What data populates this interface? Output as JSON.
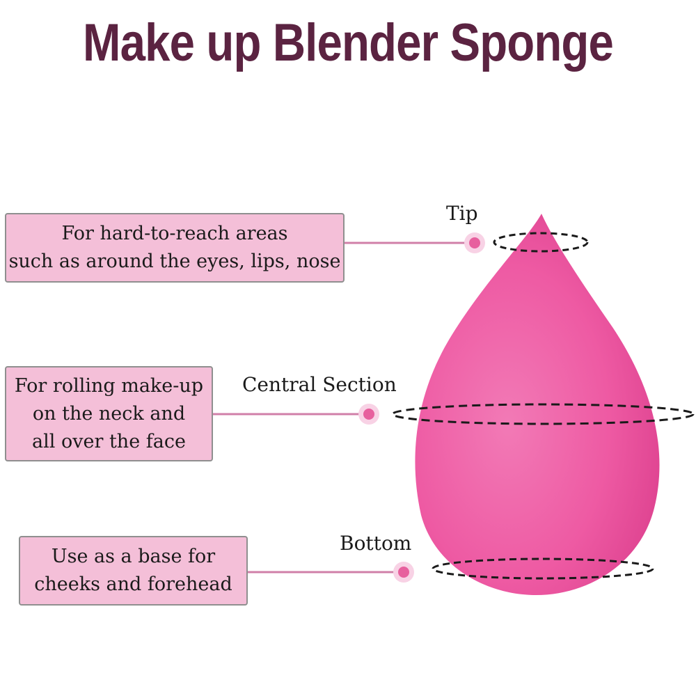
{
  "title": "Make up Blender Sponge",
  "colors": {
    "title": "#5b2341",
    "box_fill": "#f4bfd8",
    "box_border": "#8f8f8f",
    "connector": "#d07fa8",
    "dot": "#e7609e",
    "sponge": "#ee5aa3"
  },
  "callouts": {
    "tip": {
      "label": "Tip",
      "lines": [
        "For hard-to-reach areas",
        "such as around the eyes, lips, nose"
      ]
    },
    "central": {
      "label": "Central Section",
      "lines": [
        "For rolling make-up",
        "on the neck and",
        "all over the face"
      ]
    },
    "bottom": {
      "label": "Bottom",
      "lines": [
        "Use as a base for",
        "cheeks and forehead"
      ]
    }
  }
}
